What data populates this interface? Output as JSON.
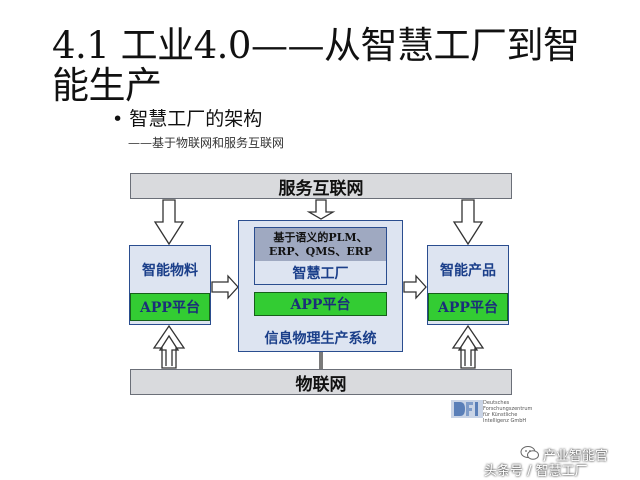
{
  "slide": {
    "title": "4.1 工业4.0——从智慧工厂到智能生产",
    "bullet": "智慧工厂的架构",
    "subtitle": "——基于物联网和服务互联网"
  },
  "diagram": {
    "top_band": "服务互联网",
    "bottom_band": "物联网",
    "left_box": {
      "label": "智能物料",
      "app": "APP平台"
    },
    "right_box": {
      "label": "智能产品",
      "app": "APP平台"
    },
    "center_box": {
      "semantic_line1": "基于语义的PLM、",
      "semantic_line2": "ERP、QMS、ERP",
      "factory": "智慧工厂",
      "app": "APP平台",
      "system": "信息物理生产系统"
    }
  },
  "logo": {
    "lines": [
      "Deutsches",
      "Forschungszentrum",
      "für Künstliche",
      "Intelligenz GmbH"
    ]
  },
  "watermark": {
    "line1": "产业智能官",
    "line2": "头条号 / 智慧工厂"
  },
  "colors": {
    "band_fill": "#d9dadd",
    "box_fill": "#dde4f1",
    "app_green": "#33cc33",
    "border_blue": "#2a4d8f"
  }
}
